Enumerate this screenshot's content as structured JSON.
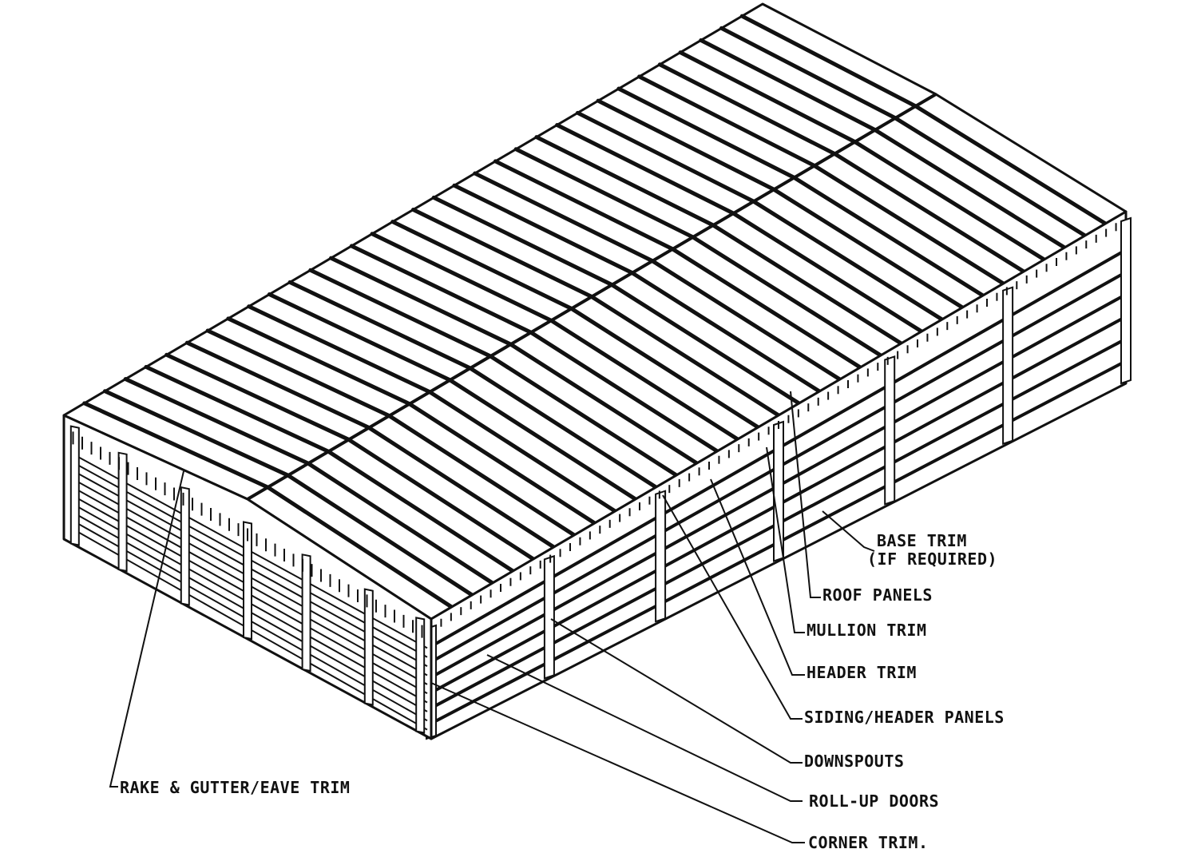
{
  "diagram": {
    "labels": {
      "base_trim_line1": "BASE TRIM",
      "base_trim_line2": "(IF REQUIRED)",
      "roof_panels": "ROOF PANELS",
      "mullion_trim": "MULLION TRIM",
      "header_trim": "HEADER TRIM",
      "siding_header_panels": "SIDING/HEADER PANELS",
      "downspouts": "DOWNSPOUTS",
      "roll_up_doors": "ROLL-UP DOORS",
      "corner_trim": "CORNER TRIM.",
      "rake_gutter_eave_trim": "RAKE & GUTTER/EAVE TRIM"
    },
    "colors": {
      "ink": "#111111",
      "paper": "#ffffff"
    }
  }
}
